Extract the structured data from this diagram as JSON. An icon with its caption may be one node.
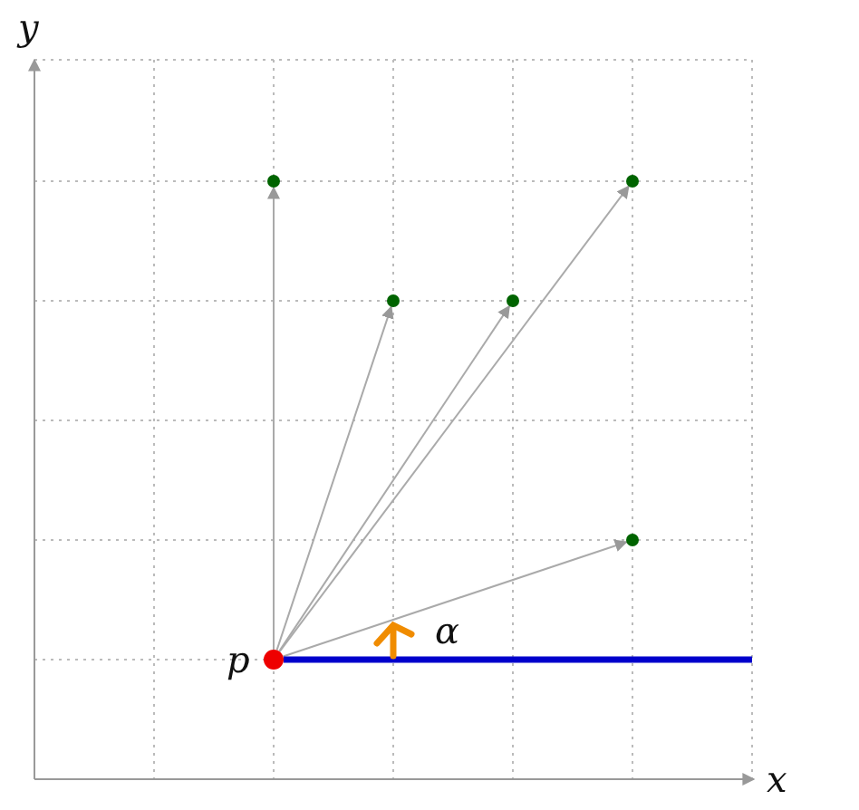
{
  "diagram": {
    "nodes": [
      {
        "text": [],
        "shape": "circle"
      },
      {
        "text": [],
        "shape": "circle"
      },
      {
        "text": [],
        "shape": "circle"
      },
      {
        "text": [],
        "shape": "circle"
      },
      {
        "text": [],
        "shape": "circle"
      },
      {
        "text": [],
        "shape": "circle",
        "beside": [
          "p"
        ]
      }
    ],
    "edges": [
      {
        "from": 5,
        "to": 0,
        "arrow": "to"
      },
      {
        "from": 5,
        "to": 1,
        "arrow": "to"
      },
      {
        "from": 5,
        "to": 2,
        "arrow": "to"
      },
      {
        "from": 5,
        "to": 3,
        "arrow": "to"
      },
      {
        "from": 5,
        "to": 4,
        "arrow": "to"
      },
      {
        "from": 5,
        "to": null,
        "arrow": "none",
        "style": "thick",
        "color": "#0000cc"
      }
    ],
    "labels": [
      "y",
      "α",
      "x"
    ]
  }
}
